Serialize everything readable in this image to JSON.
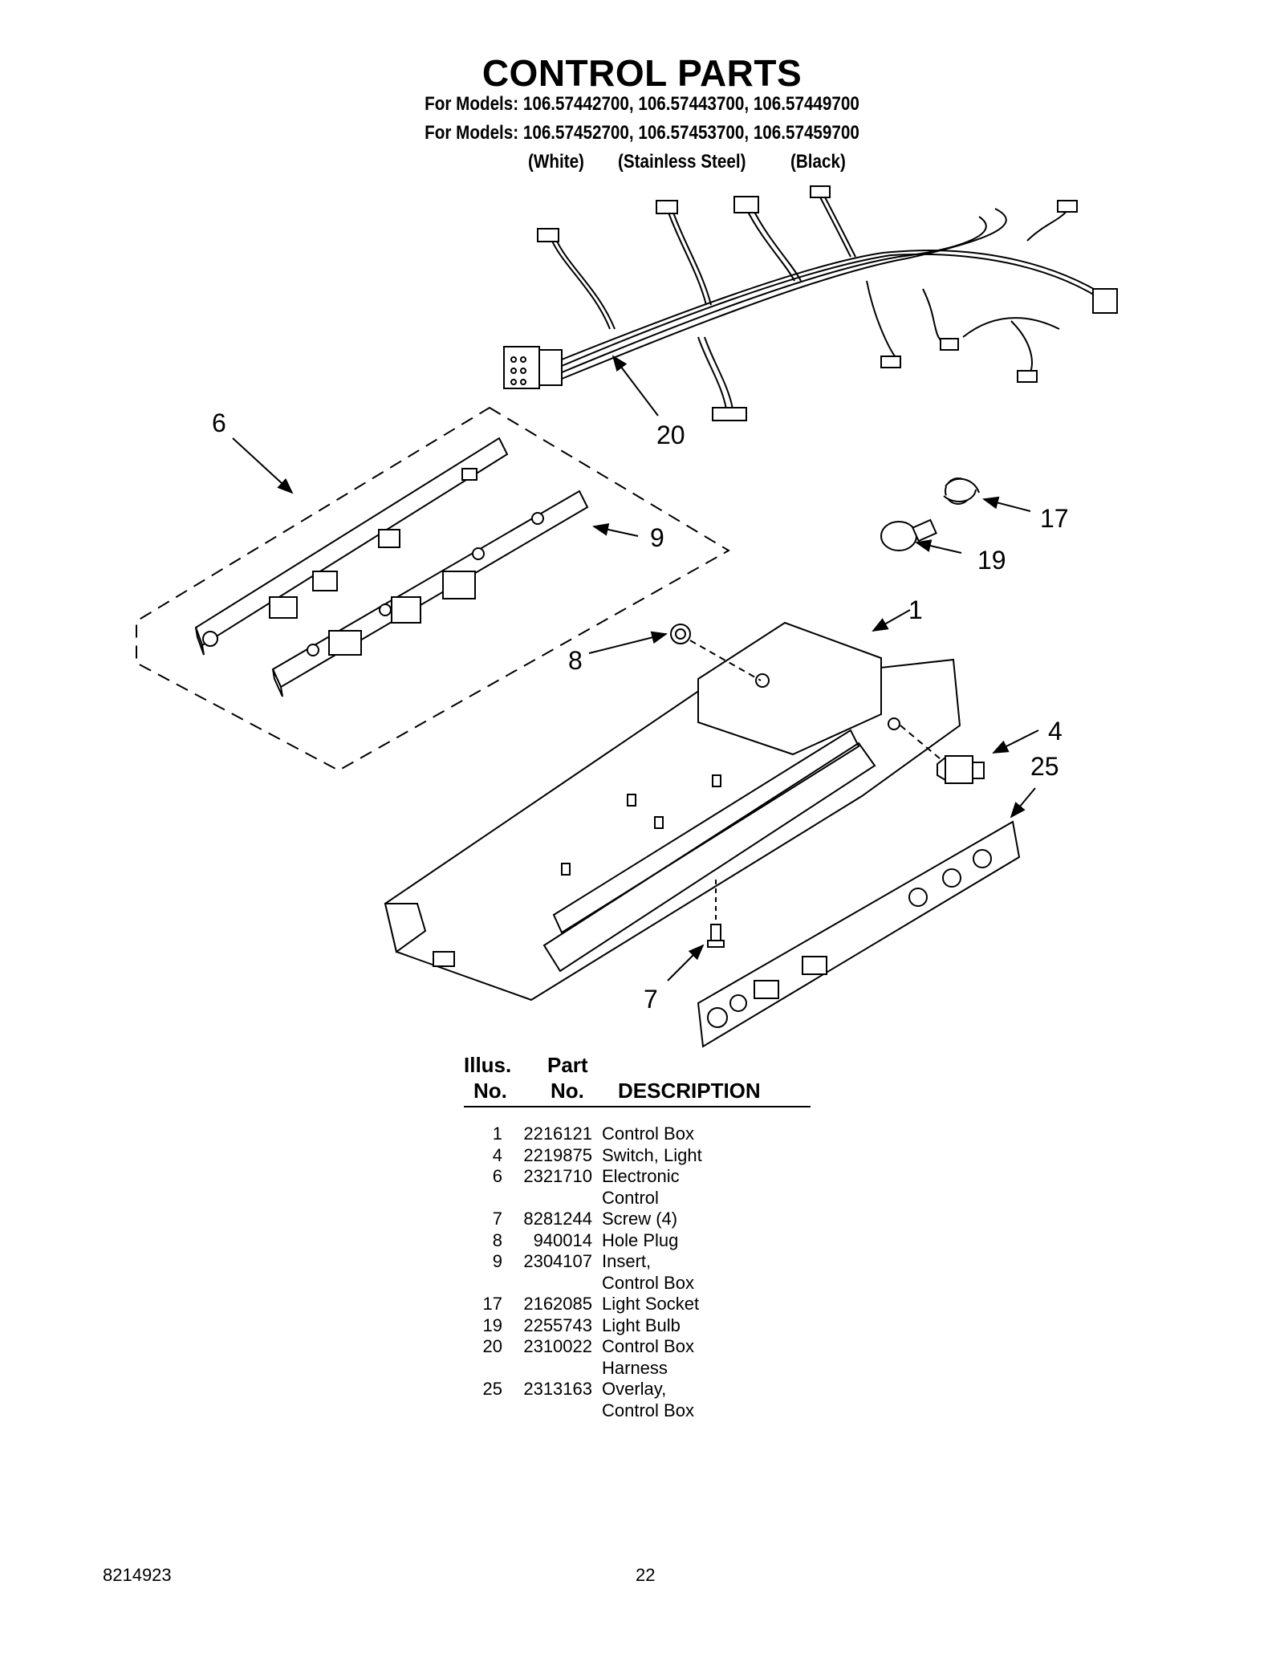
{
  "header": {
    "title": "CONTROL PARTS",
    "models_line_1": "For Models: 106.57442700, 106.57443700, 106.57449700",
    "models_line_2": "For Models: 106.57452700, 106.57453700, 106.57459700",
    "color_white": "(White)",
    "color_stainless": "(Stainless Steel)",
    "color_black": "(Black)"
  },
  "callouts": {
    "c1": "1",
    "c4": "4",
    "c6": "6",
    "c7": "7",
    "c8": "8",
    "c9": "9",
    "c17": "17",
    "c19": "19",
    "c20": "20",
    "c25": "25"
  },
  "table": {
    "header_illus": "Illus.",
    "header_illus_no": "No.",
    "header_part": "Part",
    "header_part_no": "No.",
    "header_description": "DESCRIPTION",
    "rows": [
      {
        "illus": "1",
        "part": "2216121",
        "desc": "Control Box"
      },
      {
        "illus": "4",
        "part": "2219875",
        "desc": "Switch, Light"
      },
      {
        "illus": "6",
        "part": "2321710",
        "desc": "Electronic"
      },
      {
        "illus": "",
        "part": "",
        "desc": "Control"
      },
      {
        "illus": "7",
        "part": "8281244",
        "desc": "Screw (4)"
      },
      {
        "illus": "8",
        "part": "940014",
        "desc": "Hole Plug"
      },
      {
        "illus": "9",
        "part": "2304107",
        "desc": "Insert,"
      },
      {
        "illus": "",
        "part": "",
        "desc": "Control Box"
      },
      {
        "illus": "17",
        "part": "2162085",
        "desc": "Light Socket"
      },
      {
        "illus": "19",
        "part": "2255743",
        "desc": "Light Bulb"
      },
      {
        "illus": "20",
        "part": "2310022",
        "desc": "Control Box"
      },
      {
        "illus": "",
        "part": "",
        "desc": "Harness"
      },
      {
        "illus": "25",
        "part": "2313163",
        "desc": "Overlay,"
      },
      {
        "illus": "",
        "part": "",
        "desc": "Control Box"
      }
    ]
  },
  "footer": {
    "doc_number": "8214923",
    "page_number": "22"
  }
}
